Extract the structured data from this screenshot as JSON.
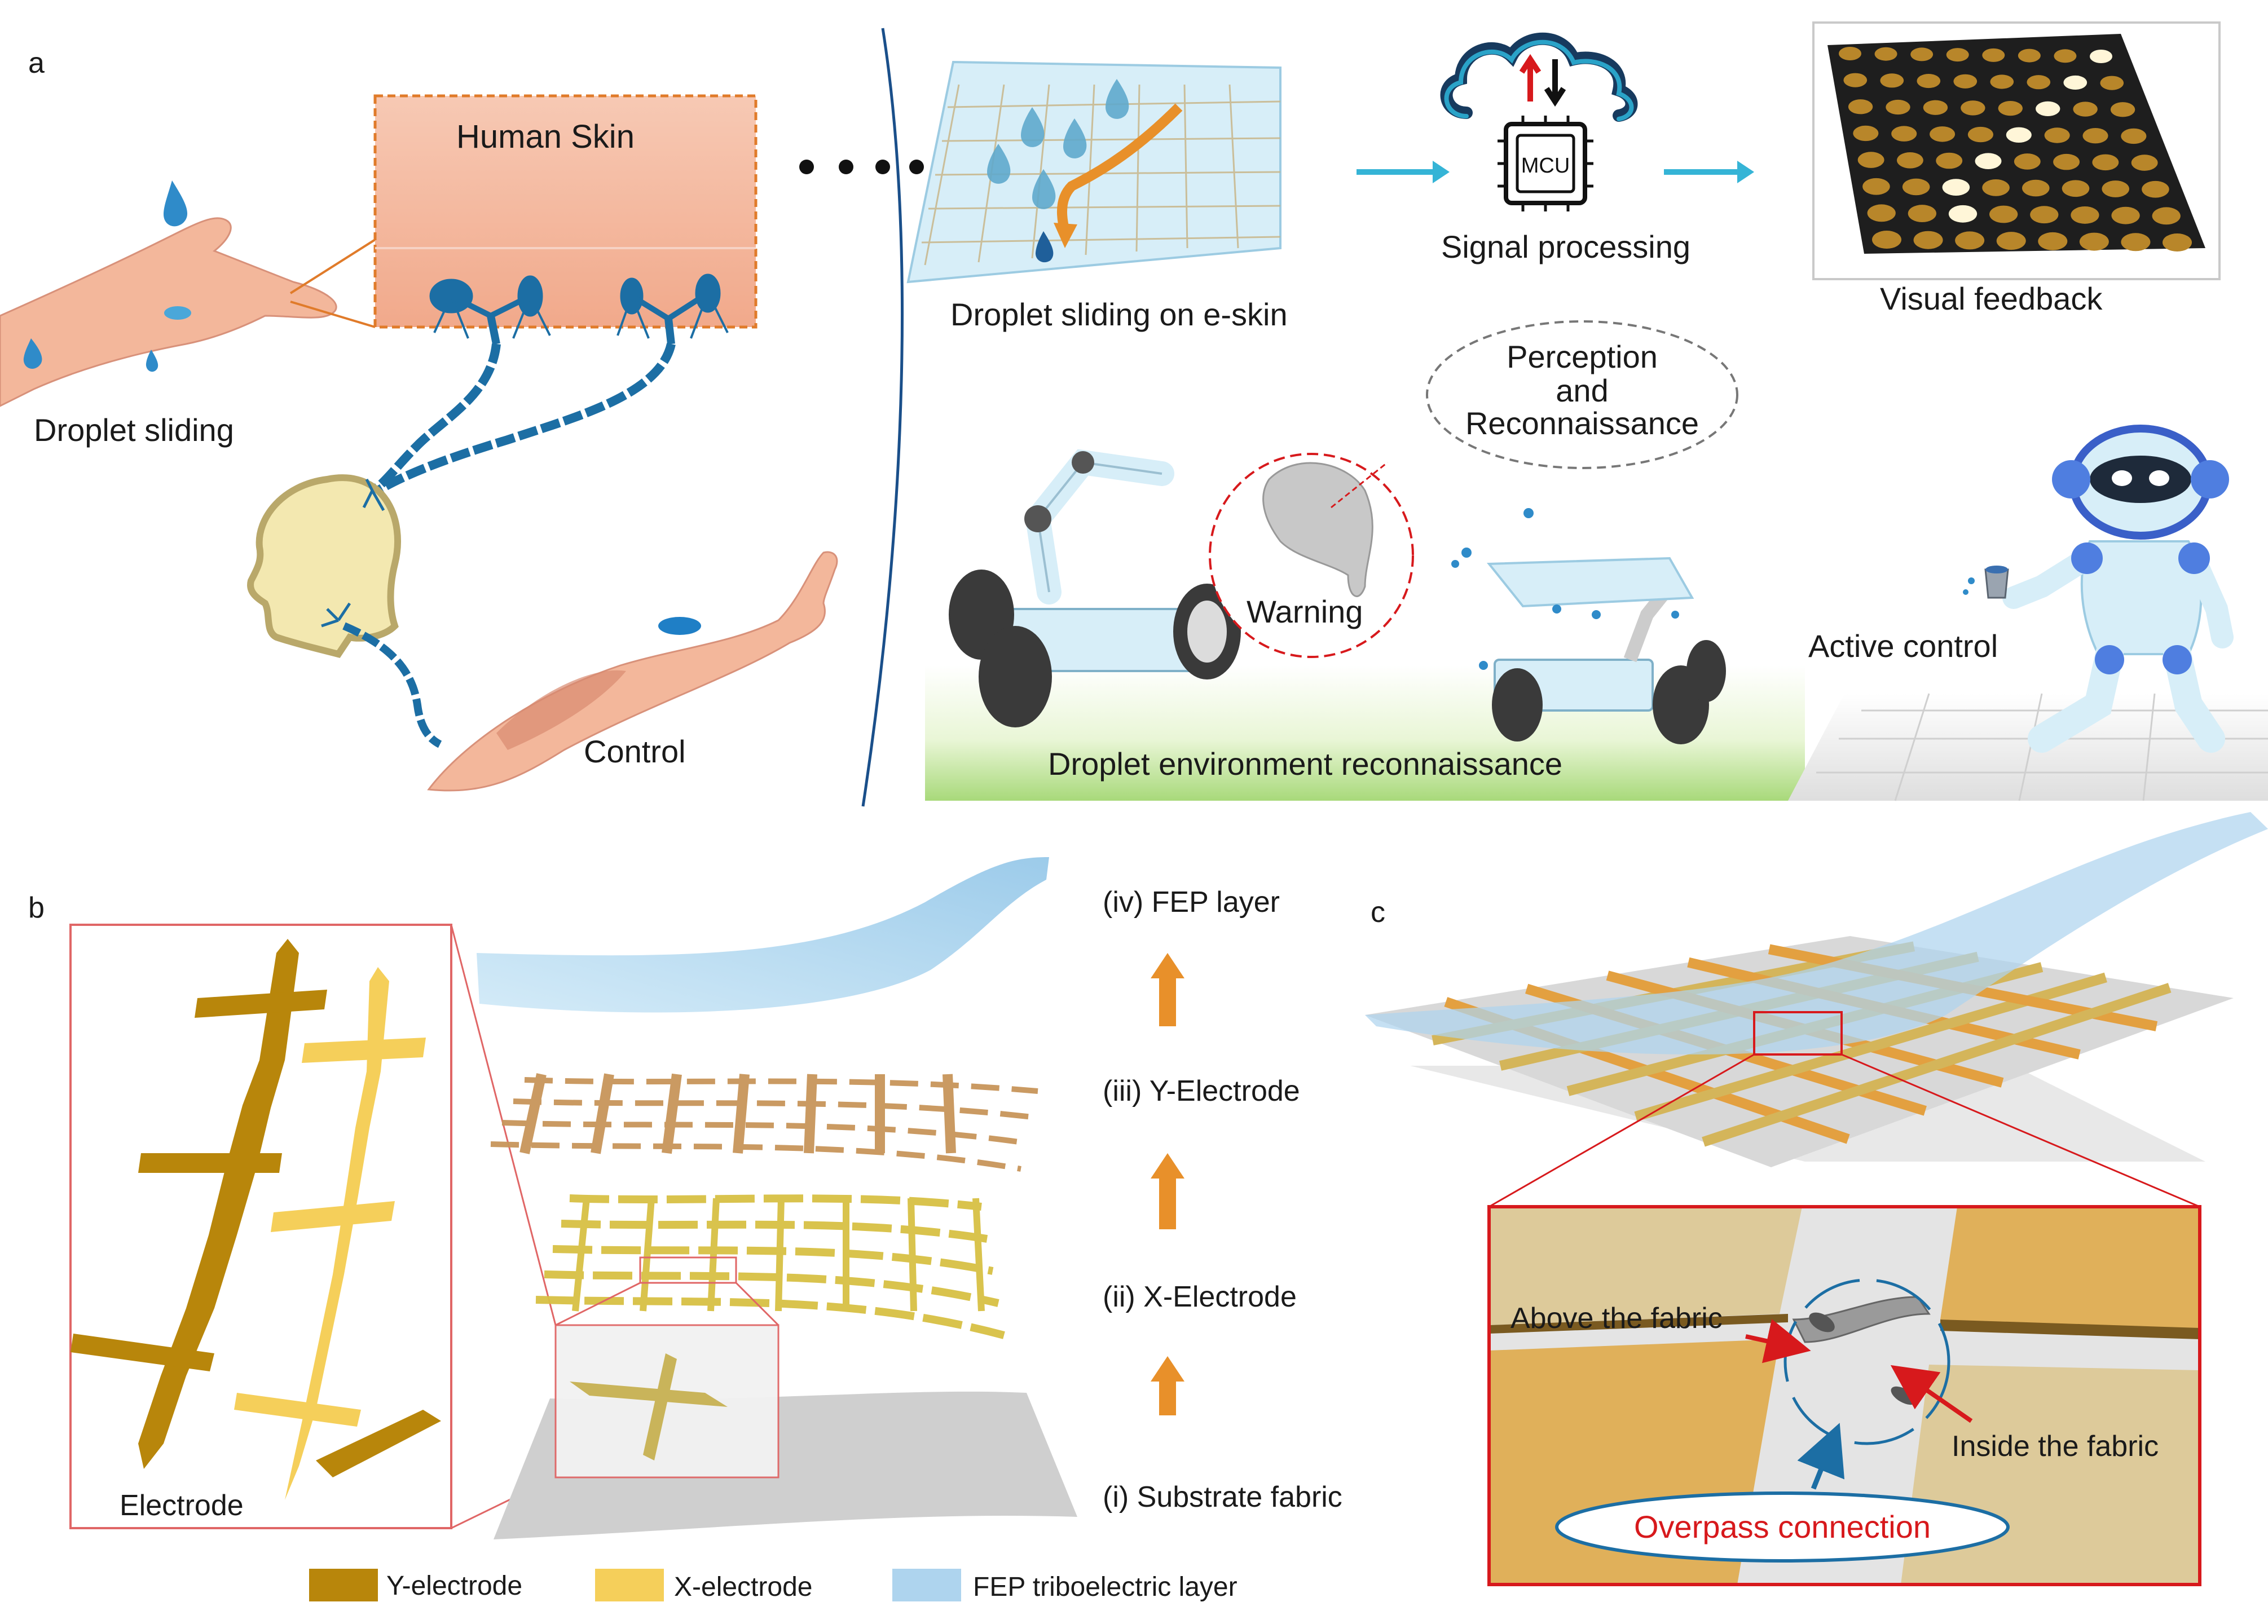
{
  "panels": {
    "a": "a",
    "b": "b",
    "c": "c"
  },
  "panel_a": {
    "human_skin": "Human Skin",
    "droplet_sliding": "Droplet sliding",
    "control": "Control",
    "droplet_on_eskin": "Droplet sliding on e-skin",
    "mcu": "MCU",
    "signal_processing": "Signal processing",
    "visual_feedback": "Visual feedback",
    "perception_lines": [
      "Perception",
      "and",
      "Reconnaissance"
    ],
    "warning": "Warning",
    "droplet_env": "Droplet environment reconnaissance",
    "active_control": "Active control"
  },
  "panel_b": {
    "layers": [
      "(iv) FEP layer",
      "(iii) Y-Electrode",
      "(ii) X-Electrode",
      "(i) Substrate fabric"
    ],
    "electrode": "Electrode",
    "legend": [
      {
        "label": "Y-electrode",
        "color": "#b8860b"
      },
      {
        "label": "X-electrode",
        "color": "#f5cf5a"
      },
      {
        "label": "FEP triboelectric layer",
        "color": "#aed4ee"
      }
    ]
  },
  "panel_c": {
    "above": "Above the fabric",
    "inside": "Inside the fabric",
    "overpass": "Overpass connection"
  },
  "colors": {
    "neuron": "#1c6ea4",
    "skin": "#f2b59a",
    "arrow_cyan": "#35b4d6",
    "arrow_orange": "#e8902a",
    "red": "#d7191c",
    "fep": "#aed4ee",
    "y_electrode": "#b8860b",
    "x_electrode": "#f5cf5a"
  }
}
